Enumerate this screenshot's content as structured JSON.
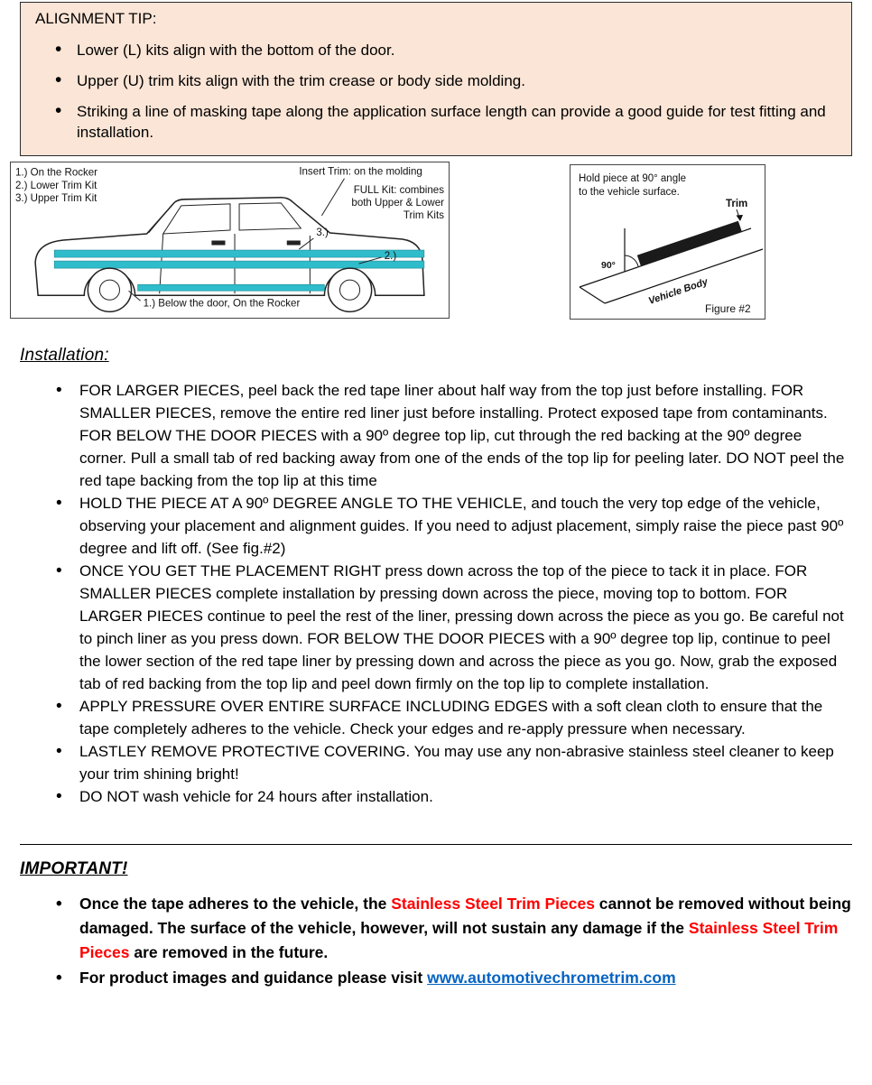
{
  "alignment_tip": {
    "title": "ALIGNMENT TIP:",
    "bullets": [
      "Lower (L) kits align with the bottom of the door.",
      "Upper (U) trim kits align with the trim crease or body side molding.",
      "Striking a line of masking tape along the application surface length can provide a good guide for test fitting and installation."
    ],
    "background_color": "#fbe5d6"
  },
  "car_diagram": {
    "legend": [
      "1.) On the Rocker",
      "2.) Lower Trim Kit",
      "3.) Upper Trim Kit"
    ],
    "insert_trim_label": "Insert Trim: on the molding",
    "full_kit_lines": [
      "FULL Kit: combines",
      "both  Upper & Lower",
      "Trim Kits"
    ],
    "callout_3": "3.)",
    "callout_2": "2.)",
    "callout_1": "1.) Below the door, On the Rocker",
    "trim_color": "#2fbccb"
  },
  "angle_figure": {
    "instruction_lines": [
      "Hold piece at 90° angle",
      "to the vehicle surface."
    ],
    "trim_label": "Trim",
    "angle_label": "90°",
    "body_label": "Vehicle Body",
    "figure_label": "Figure #2"
  },
  "installation": {
    "heading": "Installation:",
    "bullets": [
      "FOR LARGER PIECES, peel back the red tape liner about half way from the top just before installing. FOR SMALLER PIECES, remove the entire red liner just before installing. Protect exposed tape from contaminants. FOR BELOW THE DOOR PIECES with a 90º degree top lip, cut through the red backing at the 90º degree corner. Pull a small tab of red backing away from one of the ends of the top lip for peeling later. DO NOT peel the red tape backing from the top lip at this time",
      "HOLD THE PIECE AT A 90º DEGREE ANGLE TO THE VEHICLE, and touch the very top edge of the vehicle, observing your placement and alignment guides. If you need to adjust placement, simply raise the piece past 90º degree and lift off. (See fig.#2)",
      "ONCE YOU GET THE PLACEMENT RIGHT press down across the top of the piece to tack it in place.  FOR SMALLER PIECES complete installation by pressing down across the piece, moving top to bottom. FOR LARGER PIECES continue to peel the rest of the liner, pressing down across the piece as you go. Be careful not to pinch liner as you press down. FOR BELOW THE DOOR PIECES with a 90º degree top lip, continue to peel the lower section of the red tape liner by pressing down and across the piece as you go. Now, grab the exposed tab of red backing from the top lip and peel down firmly on the top lip to complete installation.",
      "APPLY PRESSURE OVER ENTIRE SURFACE INCLUDING EDGES with a soft clean cloth to ensure that the tape completely adheres to the vehicle. Check your edges and re-apply pressure when necessary.",
      "LASTLEY REMOVE PROTECTIVE COVERING. You may use any non-abrasive stainless steel cleaner to keep your trim shining bright!",
      "DO NOT wash vehicle for 24 hours after installation."
    ]
  },
  "important": {
    "heading": "IMPORTANT!",
    "damage_warning": {
      "t1": "Once the tape adheres to the vehicle, the ",
      "red1": "Stainless Steel Trim Pieces",
      "t2": " cannot be removed without being damaged. The surface of the vehicle, however, will not sustain any damage if the ",
      "red2": "Stainless Steel Trim Pieces",
      "t3": " are removed in the future."
    },
    "website": {
      "t1": "For product images and guidance please visit ",
      "link_text": "www.automotivechrometrim.com"
    },
    "red_color": "#ff0000",
    "link_color": "#0563c1"
  }
}
